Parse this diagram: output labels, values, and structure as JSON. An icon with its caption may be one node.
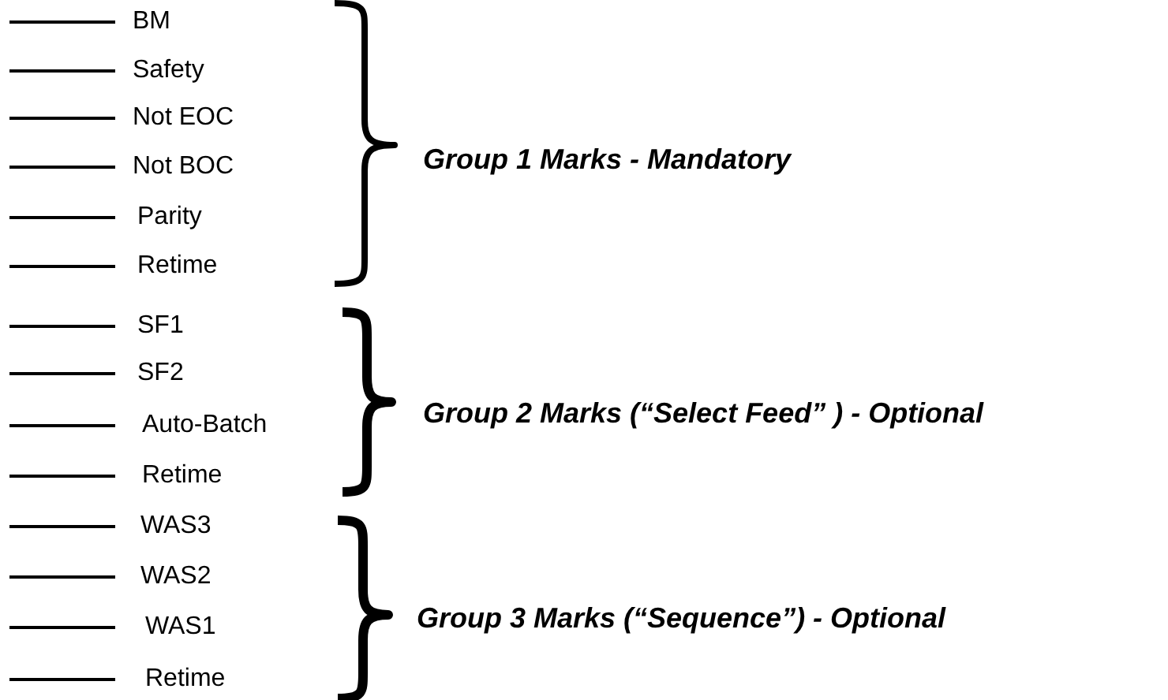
{
  "diagram": {
    "labels": [
      "BM",
      "Safety",
      "Not EOC",
      "Not BOC",
      "Parity",
      "Retime",
      "Group 1 Marks - Mandatory",
      "SF1",
      "SF2",
      "Auto-Batch",
      "Retime",
      "Group 2 Marks (“Select Feed” ) - Optional",
      "WAS3",
      "WAS2",
      "WAS1",
      "Retime",
      "Group 3 Marks (“Sequence”) - Optional"
    ]
  }
}
